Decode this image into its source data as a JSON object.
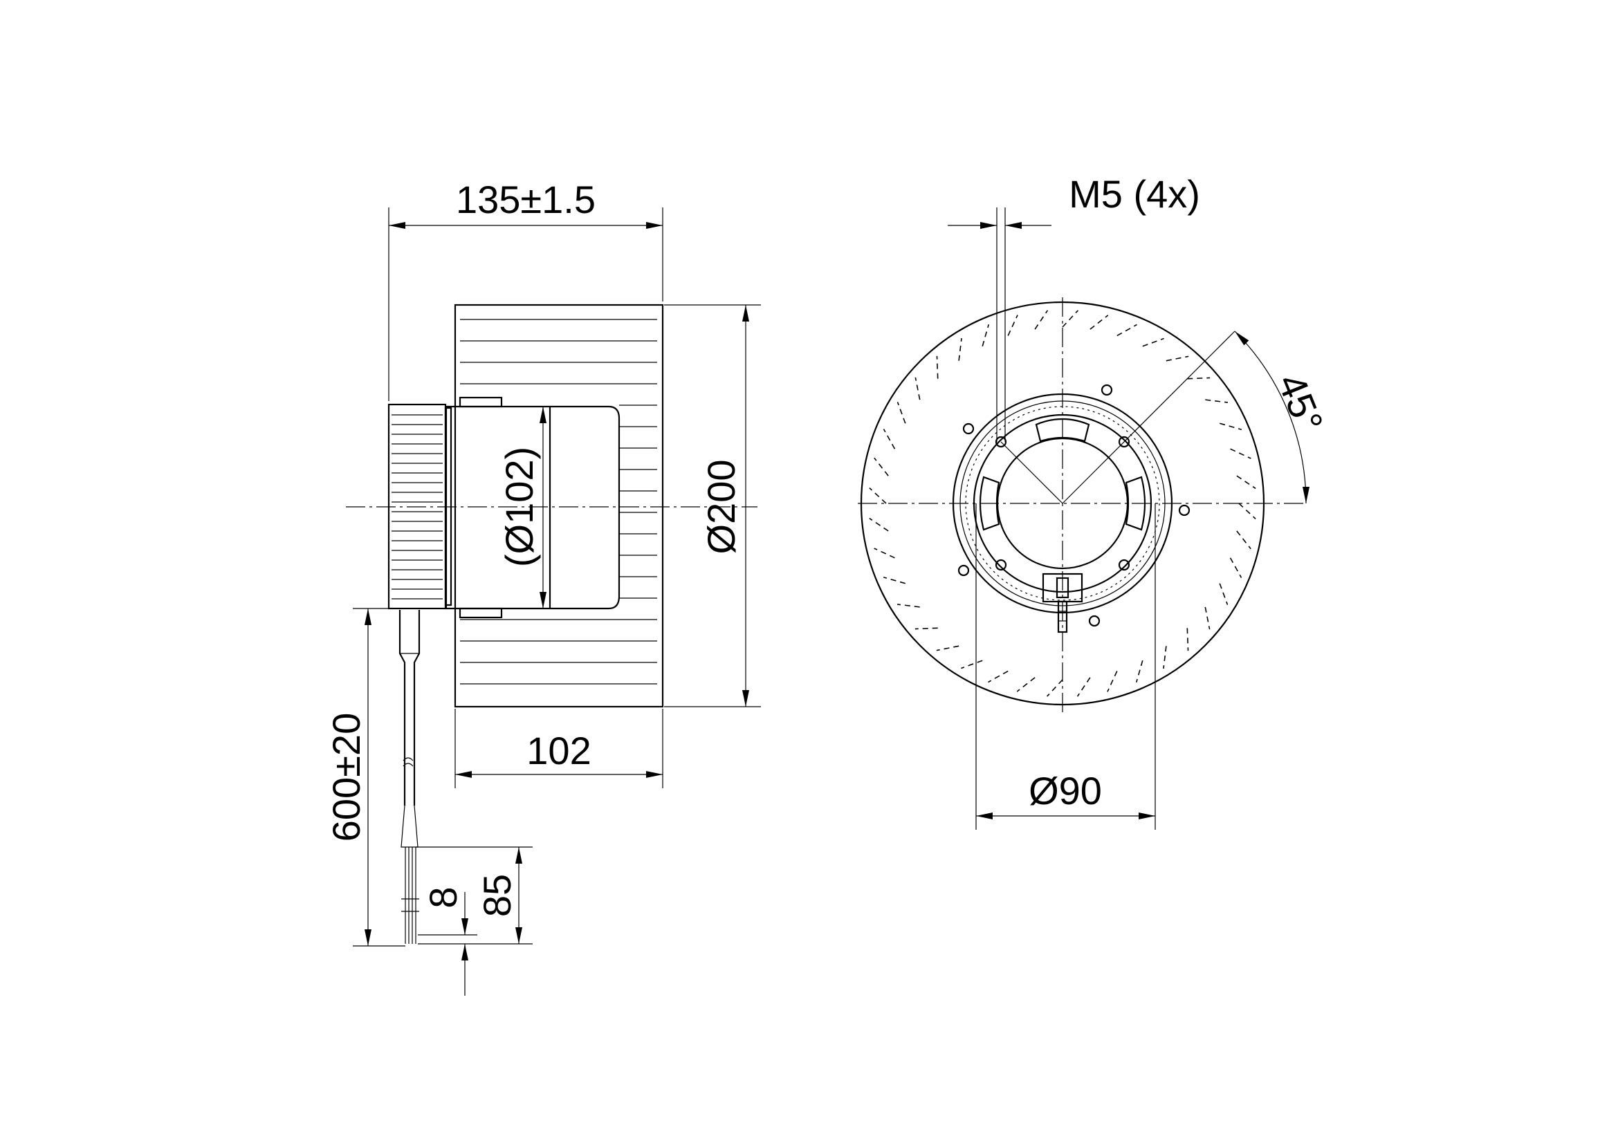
{
  "side_view": {
    "width_dim": "135±1.5",
    "diameter_dim": "Ø200",
    "hub_dim": "(Ø102)",
    "depth_dim": "102",
    "cable_dim": "600±20",
    "strip_dim": "85",
    "wire_dim": "8"
  },
  "front_view": {
    "thread_dim": "M5 (4x)",
    "angle_dim": "45°",
    "bolt_circle_dim": "Ø90"
  }
}
